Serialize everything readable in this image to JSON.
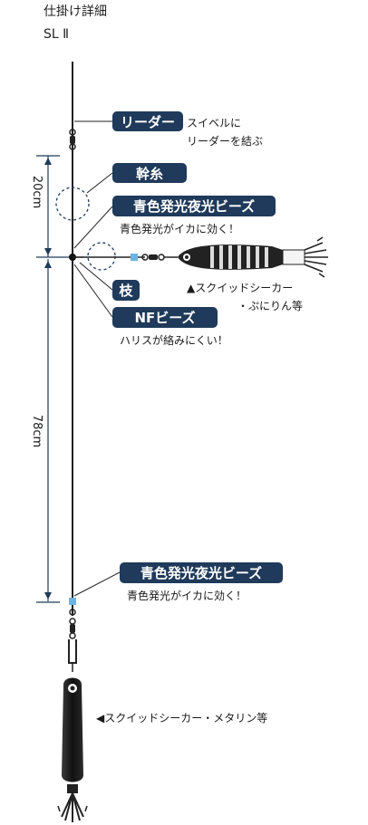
{
  "title": "仕掛け詳細",
  "subtitle": "SL Ⅱ",
  "labels": {
    "leader": "リーダー",
    "leader_note_1": "スイベルに",
    "leader_note_2": "リーダーを結ぶ",
    "trunk": "幹糸",
    "beads_top": "青色発光夜光ビーズ",
    "beads_top_note": "青色発光がイカに効く！",
    "branch": "枝",
    "nf_beads": "NFビーズ",
    "nf_note": "ハリスが絡みにくい！",
    "lure_top_1": "▲スクイッドシーカー",
    "lure_top_2": "・ぷにりん等",
    "beads_bottom": "青色発光夜光ビーズ",
    "beads_bottom_note": "青色発光がイカに効く！",
    "lure_bottom": "◀スクイッドシーカー・メタリン等"
  },
  "dimensions": {
    "upper": "20cm",
    "lower": "78cm"
  },
  "colors": {
    "label_bg": "#1f3a5a",
    "label_text": "#ffffff",
    "accent_blue": "#6fb3e0",
    "dim_line": "#1f3a5a"
  }
}
